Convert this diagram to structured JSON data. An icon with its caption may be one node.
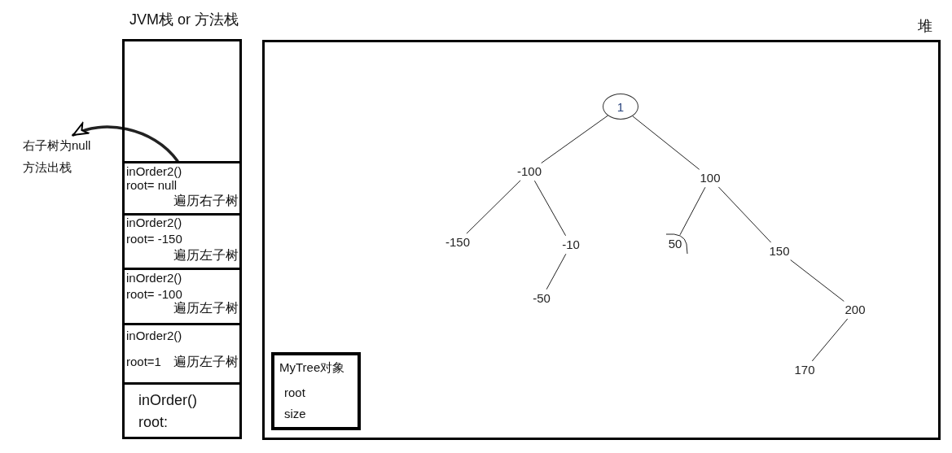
{
  "diagram": {
    "nodes": [
      {
        "text": [
          "JVM栈 or 方法栈"
        ]
      },
      {
        "text": [
          "inOrder2()",
          "root= null",
          "遍历右子树"
        ],
        "in": 0
      },
      {
        "text": [
          "inOrder2()",
          "root= -150",
          "遍历左子树"
        ],
        "in": 0
      },
      {
        "text": [
          "inOrder2()",
          "root= -100",
          "遍历左子树"
        ],
        "in": 0
      },
      {
        "text": [
          "inOrder2()",
          "root=1",
          "遍历左子树"
        ],
        "in": 0
      },
      {
        "text": [
          "inOrder()",
          "root:"
        ],
        "in": 0
      },
      {
        "text": [
          "堆"
        ]
      },
      {
        "text": [
          "MyTree对象",
          "root",
          "size"
        ],
        "in": 6
      },
      {
        "text": [
          "1"
        ],
        "in": 6
      },
      {
        "text": [
          "-100"
        ],
        "in": 6
      },
      {
        "text": [
          "100"
        ],
        "in": 6
      },
      {
        "text": [
          "-150"
        ],
        "in": 6
      },
      {
        "text": [
          "-10"
        ],
        "in": 6
      },
      {
        "text": [
          "50"
        ],
        "in": 6
      },
      {
        "text": [
          "150"
        ],
        "in": 6
      },
      {
        "text": [
          "-50"
        ],
        "in": 6
      },
      {
        "text": [
          "200"
        ],
        "in": 6
      },
      {
        "text": [
          "170"
        ],
        "in": 6
      },
      {
        "text": [
          "右子树为null",
          "方法出栈"
        ]
      }
    ],
    "edges": [
      {
        "from": 1,
        "to": 18,
        "arrow": "to",
        "style": "thick"
      },
      {
        "from": 8,
        "to": 9,
        "arrow": "none"
      },
      {
        "from": 8,
        "to": 10,
        "arrow": "none"
      },
      {
        "from": 9,
        "to": 11,
        "arrow": "none"
      },
      {
        "from": 9,
        "to": 12,
        "arrow": "none"
      },
      {
        "from": 12,
        "to": 15,
        "arrow": "none"
      },
      {
        "from": 10,
        "to": 13,
        "arrow": "none"
      },
      {
        "from": 10,
        "to": 14,
        "arrow": "none"
      },
      {
        "from": 14,
        "to": 16,
        "arrow": "none"
      },
      {
        "from": 16,
        "to": 17,
        "arrow": "none"
      }
    ]
  }
}
